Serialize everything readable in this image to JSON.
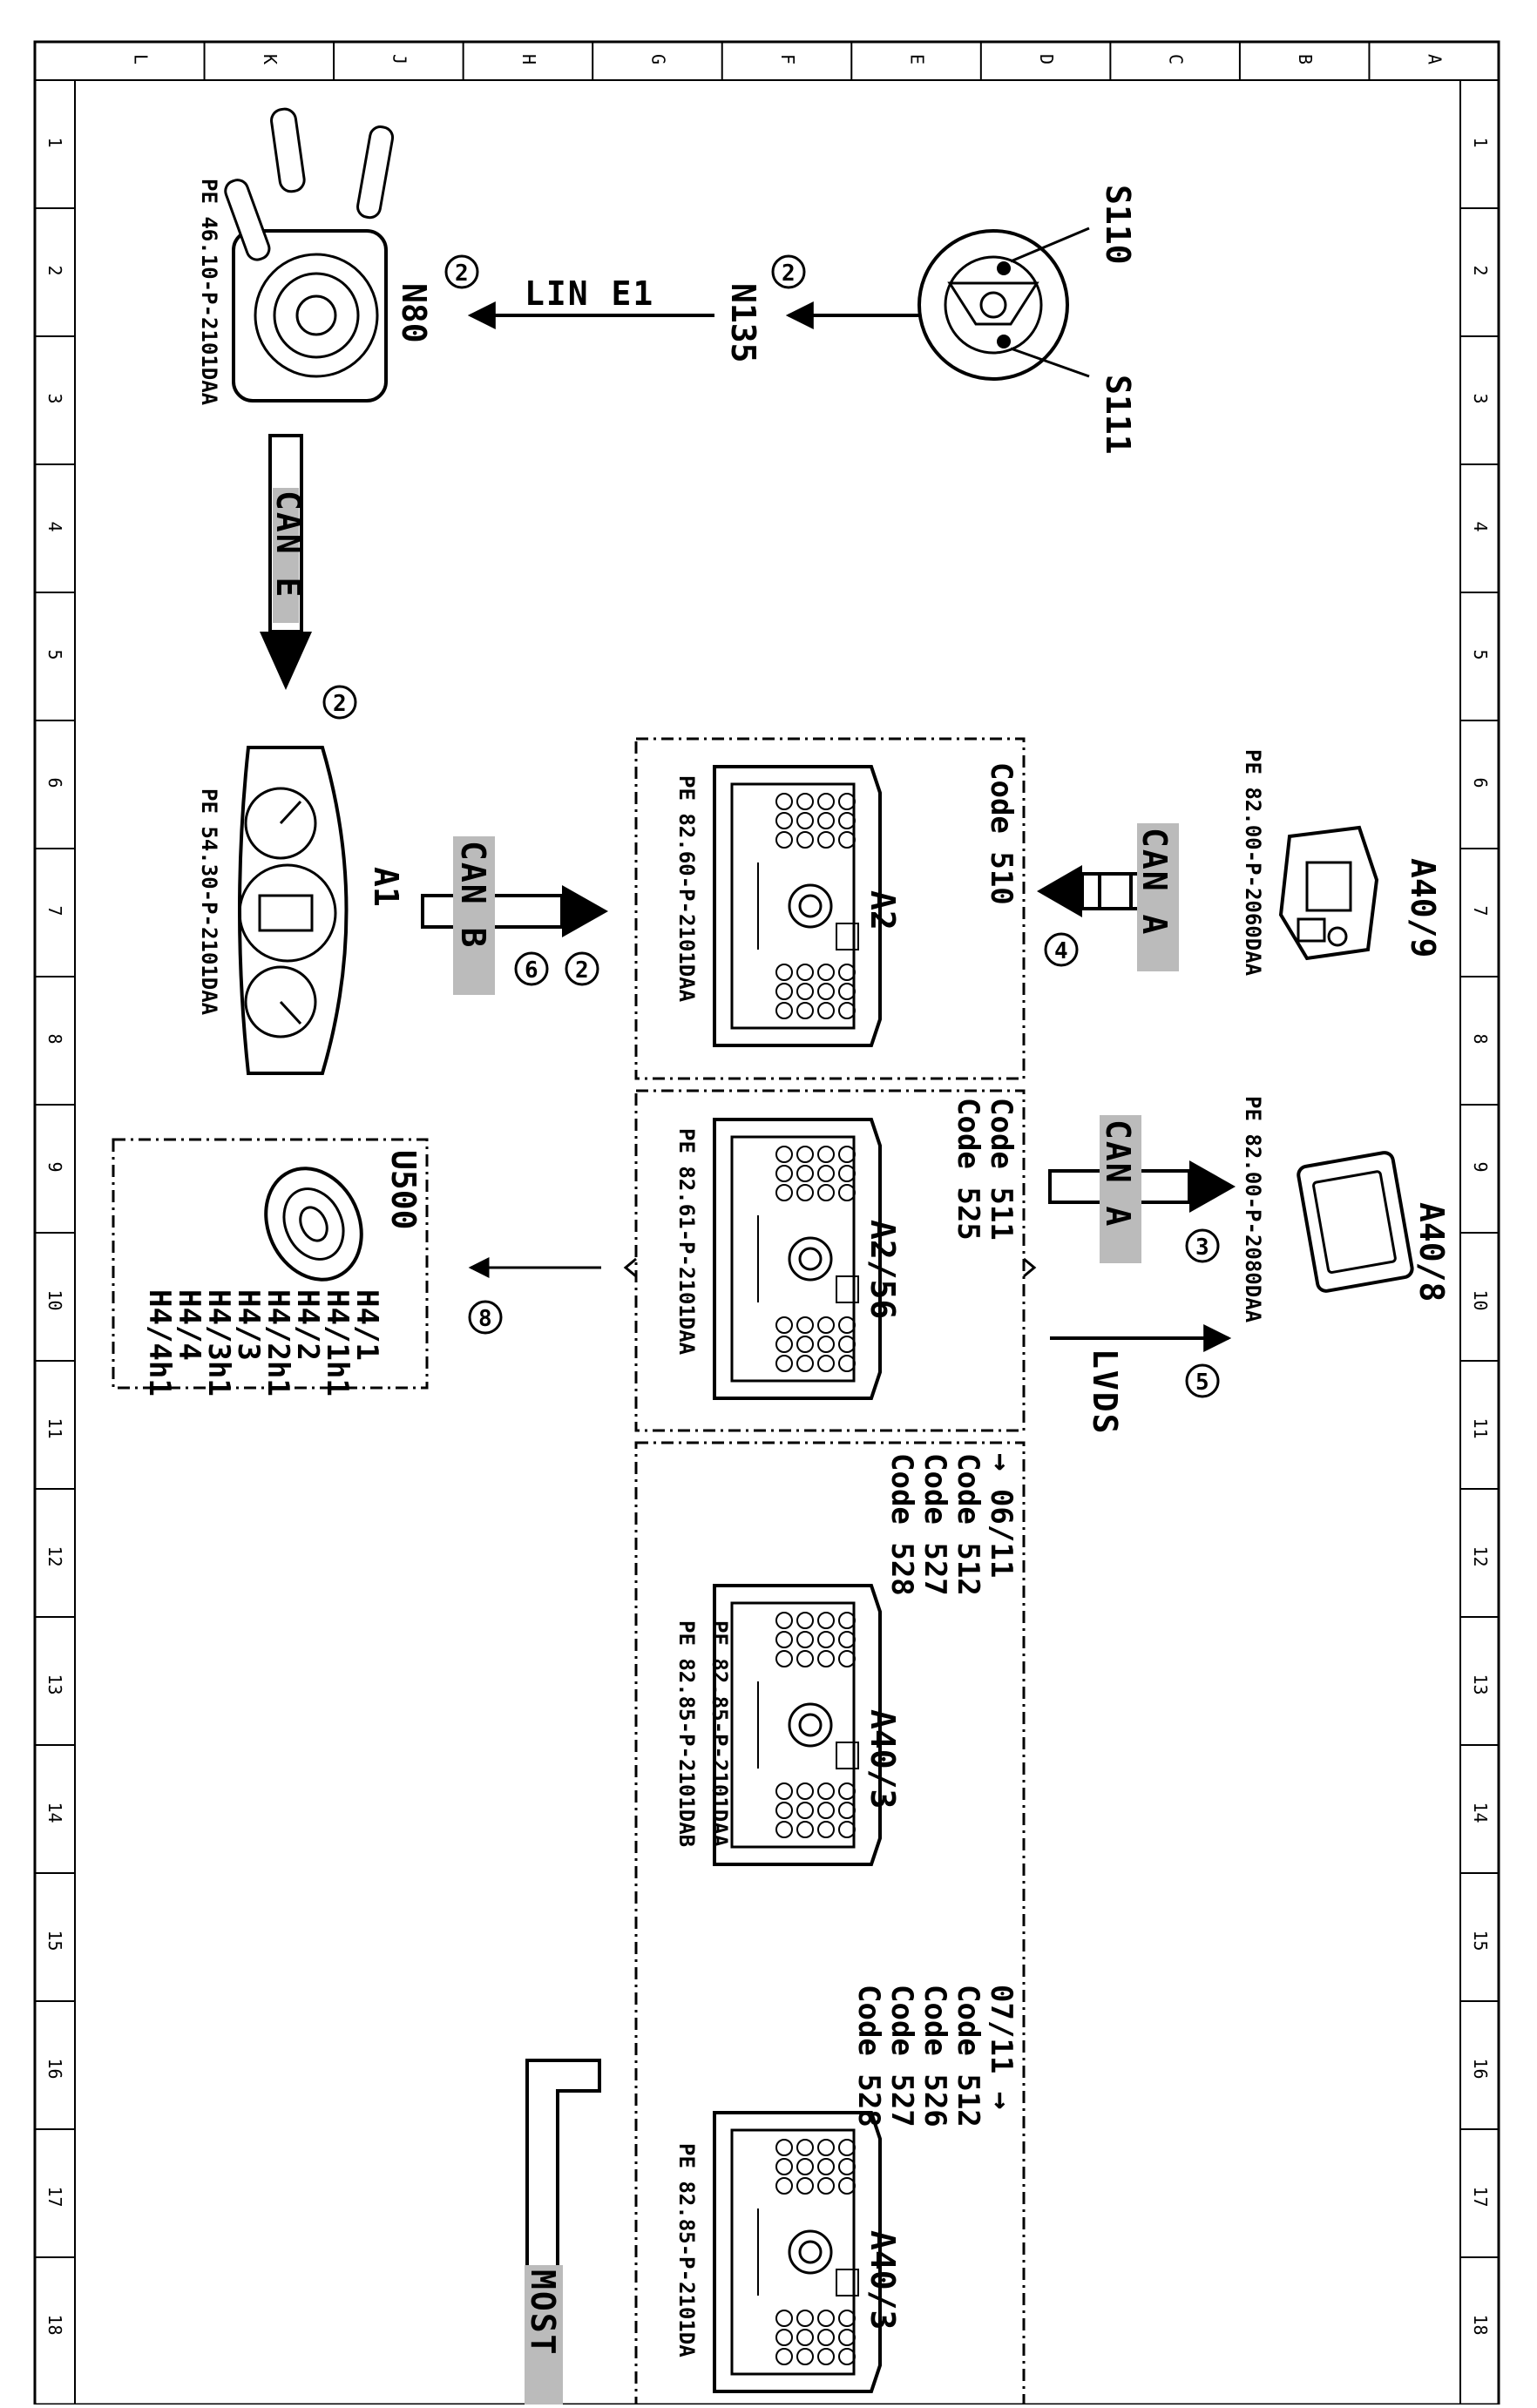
{
  "grid": {
    "columns": [
      "L",
      "K",
      "J",
      "H",
      "G",
      "F",
      "E",
      "D",
      "C",
      "B",
      "A"
    ],
    "rows": [
      "1",
      "2",
      "3",
      "4",
      "5",
      "6",
      "7",
      "8",
      "9",
      "10",
      "11",
      "12",
      "13",
      "14",
      "15",
      "16",
      "17",
      "18"
    ]
  },
  "components": {
    "s110": "S110",
    "s111": "S111",
    "n135": "N135",
    "n80": "N80",
    "n80_ref": "PE 46.10-P-2101DAA",
    "a1": "A1",
    "a1_ref": "PE 54.30-P-2101DAA",
    "a40_9": "A40/9",
    "a40_9_ref": "PE 82.00-P-2060DAA",
    "a40_8": "A40/8",
    "a40_8_ref": "PE 82.00-P-2080DAA",
    "a2": "A2",
    "a2_ref": "PE 82.60-P-2101DAA",
    "a2_56": "A2/56",
    "a2_56_ref": "PE 82.61-P-2101DAA",
    "a40_3a": "A40/3",
    "a40_3a_ref1": "PE 82.85-P-2101DAA",
    "a40_3a_ref2": "PE 82.85-P-2101DAB",
    "a40_3b": "A40/3",
    "a40_3b_ref": "PE 82.85-P-2101DA",
    "u500": "U500"
  },
  "codes": {
    "box1": [
      "Code 510"
    ],
    "box2": [
      "Code 511",
      "Code 525"
    ],
    "box3": [
      "→ 06/11",
      "Code 512",
      "Code 527",
      "Code 528"
    ],
    "box4": [
      "07/11 →",
      "Code 512",
      "Code 526",
      "Code 527",
      "Code 528"
    ]
  },
  "u500_outputs": [
    "H4/1",
    "H4/1h1",
    "H4/2",
    "H4/2h1",
    "H4/3",
    "H4/3h1",
    "H4/4",
    "H4/4h1"
  ],
  "buses": {
    "lin": "LIN E1",
    "can_e": "CAN E",
    "can_b": "CAN B",
    "can_a1": "CAN A",
    "can_a2": "CAN A",
    "lvds": "LVDS",
    "most": "MOST"
  },
  "steps": {
    "s_n135": "2",
    "s_n80": "2",
    "s_cane": "2",
    "s_canb_a": "2",
    "s_canb_b": "6",
    "s_cana1": "4",
    "s_cana2": "3",
    "s_lvds": "5",
    "s_u500": "8"
  }
}
